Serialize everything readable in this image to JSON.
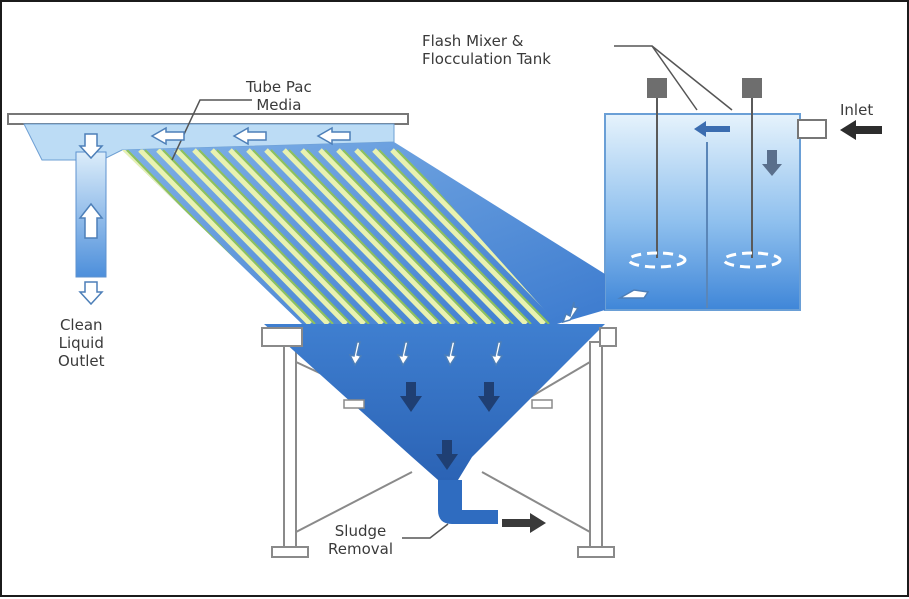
{
  "labels": {
    "tube_pac": [
      "Tube Pac",
      "Media"
    ],
    "flash_mixer": [
      "Flash Mixer &",
      "Flocculation Tank"
    ],
    "inlet": "Inlet",
    "clean_outlet": [
      "Clean",
      "Liquid",
      "Outlet"
    ],
    "sludge": [
      "Sludge",
      "Removal"
    ]
  },
  "colors": {
    "water_light": "#cfe6f8",
    "water_mid": "#5f9ee0",
    "water_dark": "#2f6fc4",
    "tube_light": "#e9f2b0",
    "tube_green": "#8fc25a",
    "frame": "#ffffff",
    "frame_stroke": "#777777",
    "arrow_dark": "#1f3f73",
    "mixer_gray": "#6e6e6e"
  },
  "icons": {
    "flow_arrow": "arrow-icon",
    "mixer_motor": "motor-icon",
    "mixer_impeller": "impeller-icon"
  },
  "tube_count": 16
}
